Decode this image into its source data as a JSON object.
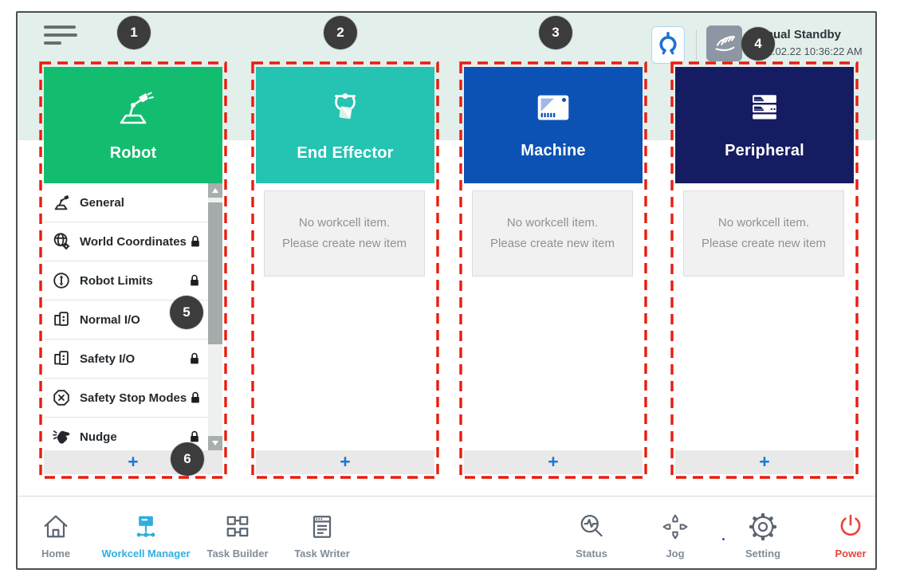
{
  "header": {
    "mode_title": "Manual Standby",
    "timestamp": "2022.02.22 10:36:22 AM"
  },
  "callouts": [
    {
      "n": "1"
    },
    {
      "n": "2"
    },
    {
      "n": "3"
    },
    {
      "n": "4"
    },
    {
      "n": "5"
    },
    {
      "n": "6"
    }
  ],
  "columns": [
    {
      "label": "Robot",
      "header_color": "#13bd70"
    },
    {
      "label": "End Effector",
      "header_color": "#25c3b1"
    },
    {
      "label": "Machine",
      "header_color": "#0c52b4"
    },
    {
      "label": "Peripheral",
      "header_color": "#151c62"
    }
  ],
  "robot_menu": {
    "items": [
      {
        "label": "General",
        "locked": false
      },
      {
        "label": "World Coordinates",
        "locked": true
      },
      {
        "label": "Robot Limits",
        "locked": true
      },
      {
        "label": "Normal I/O",
        "locked": false
      },
      {
        "label": "Safety I/O",
        "locked": true
      },
      {
        "label": "Safety Stop Modes",
        "locked": true
      },
      {
        "label": "Nudge",
        "locked": true
      }
    ]
  },
  "empty_state": {
    "line1": "No workcell item.",
    "line2": "Please create new item"
  },
  "add_label": "+",
  "nav": {
    "left": [
      {
        "label": "Home"
      },
      {
        "label": "Workcell Manager",
        "active": true
      },
      {
        "label": "Task Builder"
      },
      {
        "label": "Task Writer"
      }
    ],
    "right": [
      {
        "label": "Status"
      },
      {
        "label": "Jog"
      },
      {
        "label": "Setting"
      },
      {
        "label": "Power",
        "danger": true
      }
    ]
  },
  "colors": {
    "annotation_red": "#ea1c0d",
    "callout_bg": "#3c3c3c",
    "active_nav": "#2fafdf",
    "power_red": "#e8453c",
    "add_blue": "#1a7ad2",
    "top_band": "#e2efeb"
  }
}
